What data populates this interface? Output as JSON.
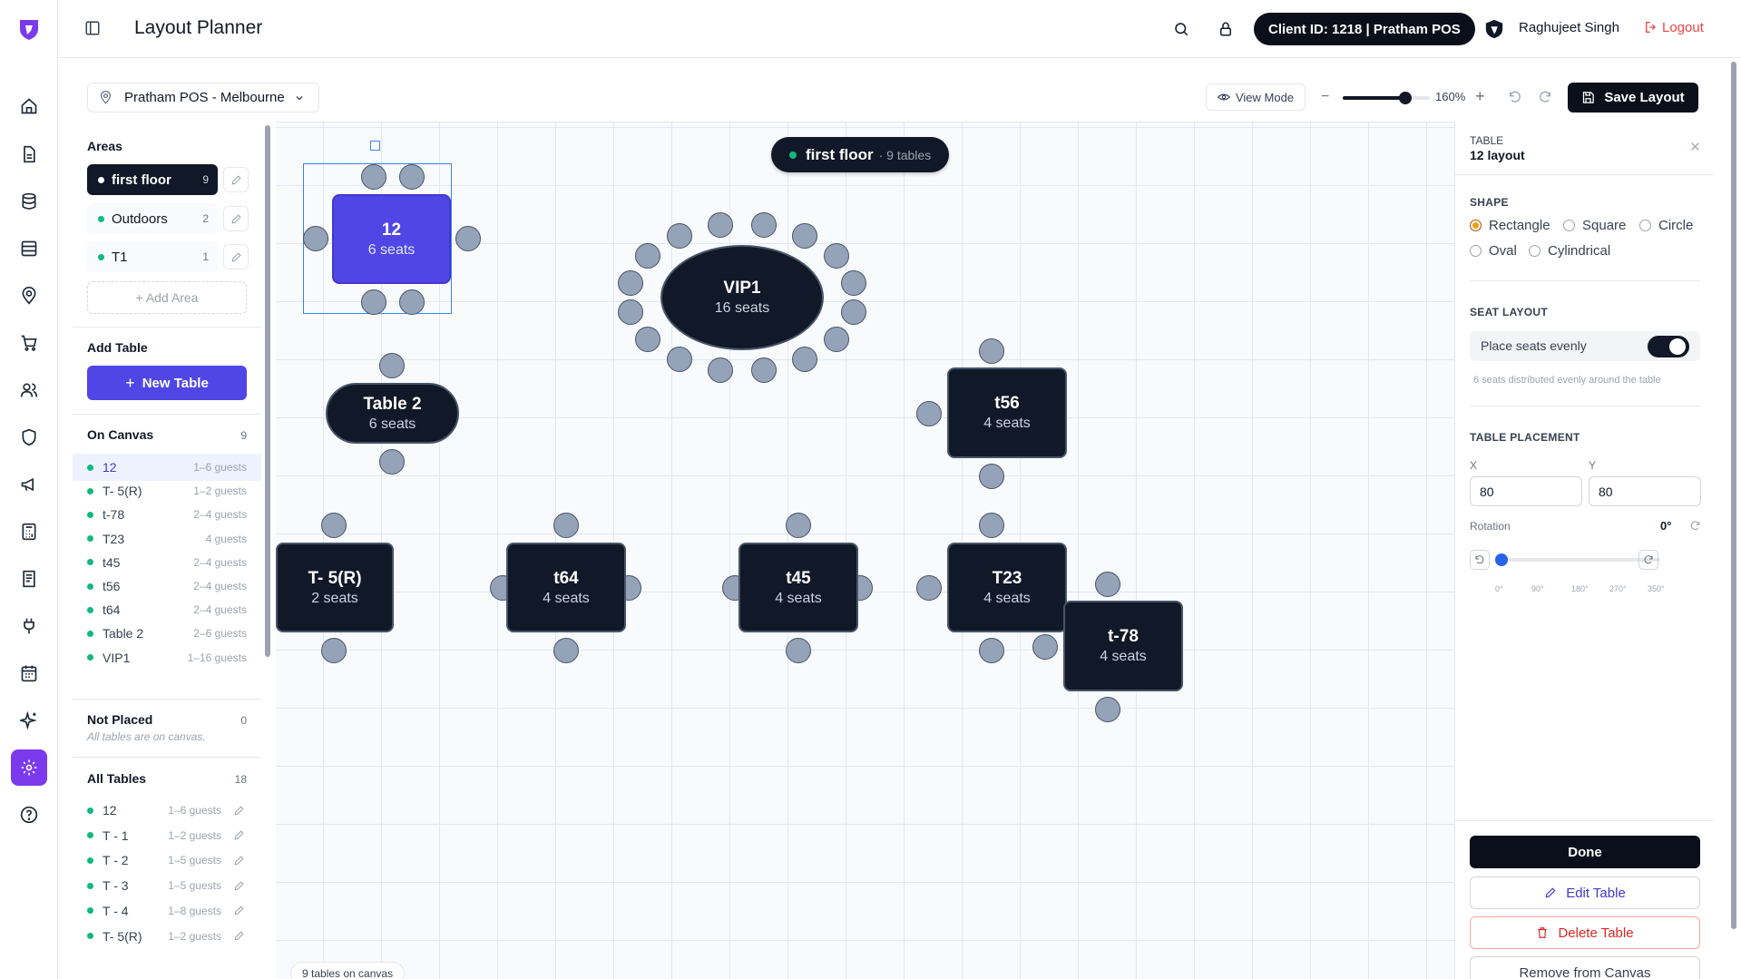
{
  "header": {
    "title": "Layout Planner",
    "client_badge": "Client ID: 1218 | Pratham POS",
    "user_name": "Raghujeet Singh",
    "logout_label": "Logout"
  },
  "rail": {
    "icons": [
      "home-icon",
      "file-icon",
      "database-icon",
      "layers-icon",
      "map-pin-icon",
      "cart-icon",
      "users-icon",
      "shield-icon",
      "megaphone-icon",
      "calculator-icon",
      "receipt-icon",
      "plug-icon",
      "calendar-icon",
      "sparkles-icon",
      "settings-icon",
      "help-icon"
    ],
    "active": "settings-icon"
  },
  "toolbar": {
    "venue": "Pratham POS - Melbourne",
    "view_mode": "View Mode",
    "zoom": "160%",
    "zoom_fraction": 0.72,
    "save_label": "Save Layout"
  },
  "left": {
    "areas_title": "Areas",
    "areas": [
      {
        "name": "first floor",
        "count": "9",
        "active": true
      },
      {
        "name": "Outdoors",
        "count": "2",
        "active": false
      },
      {
        "name": "T1",
        "count": "1",
        "active": false
      }
    ],
    "add_area": "+ Add Area",
    "add_table_title": "Add Table",
    "new_table": "New Table",
    "on_canvas_title": "On Canvas",
    "on_canvas_count": "9",
    "on_canvas": [
      {
        "name": "12",
        "guests": "1–6 guests"
      },
      {
        "name": "T- 5(R)",
        "guests": "1–2 guests"
      },
      {
        "name": "t-78",
        "guests": "2–4 guests"
      },
      {
        "name": "T23",
        "guests": "4 guests"
      },
      {
        "name": "t45",
        "guests": "2–4 guests"
      },
      {
        "name": "t56",
        "guests": "2–4 guests"
      },
      {
        "name": "t64",
        "guests": "2–4 guests"
      },
      {
        "name": "Table 2",
        "guests": "2–6 guests"
      },
      {
        "name": "VIP1",
        "guests": "1–16 guests"
      }
    ],
    "not_placed_title": "Not Placed",
    "not_placed_count": "0",
    "not_placed_note": "All tables are on canvas.",
    "all_tables_title": "All Tables",
    "all_tables_count": "18",
    "all_tables": [
      {
        "name": "12",
        "guests": "1–6 guests"
      },
      {
        "name": "T - 1",
        "guests": "1–2 guests"
      },
      {
        "name": "T - 2",
        "guests": "1–5 guests"
      },
      {
        "name": "T - 3",
        "guests": "1–5 guests"
      },
      {
        "name": "T - 4",
        "guests": "1–8 guests"
      },
      {
        "name": "T- 5(R)",
        "guests": "1–2 guests"
      }
    ]
  },
  "canvas": {
    "floor_name": "first floor",
    "floor_tables": "· 9 tables",
    "footer": "9 tables on canvas",
    "tables": [
      {
        "name": "12",
        "seats": "6 seats"
      },
      {
        "name": "VIP1",
        "seats": "16 seats"
      },
      {
        "name": "Table 2",
        "seats": "6 seats"
      },
      {
        "name": "t56",
        "seats": "4 seats"
      },
      {
        "name": "T- 5(R)",
        "seats": "2 seats"
      },
      {
        "name": "t64",
        "seats": "4 seats"
      },
      {
        "name": "t45",
        "seats": "4 seats"
      },
      {
        "name": "T23",
        "seats": "4 seats"
      },
      {
        "name": "t-78",
        "seats": "4 seats"
      }
    ]
  },
  "panel": {
    "kicker": "TABLE",
    "title": "12 layout",
    "shape_title": "SHAPE",
    "shapes": [
      "Rectangle",
      "Square",
      "Circle",
      "Oval",
      "Cylindrical"
    ],
    "selected_shape": "Rectangle",
    "seat_layout_title": "SEAT LAYOUT",
    "place_evenly": "Place seats evenly",
    "place_evenly_on": true,
    "seat_hint": "6 seats distributed evenly around the table",
    "placement_title": "TABLE PLACEMENT",
    "x_label": "X",
    "y_label": "Y",
    "x_value": "80",
    "y_value": "80",
    "rotation_label": "Rotation",
    "rotation_value": "0°",
    "rotation_ticks": [
      "0°",
      "90°",
      "180°",
      "270°",
      "350°"
    ],
    "done": "Done",
    "edit": "Edit Table",
    "delete": "Delete Table",
    "remove": "Remove from Canvas"
  }
}
